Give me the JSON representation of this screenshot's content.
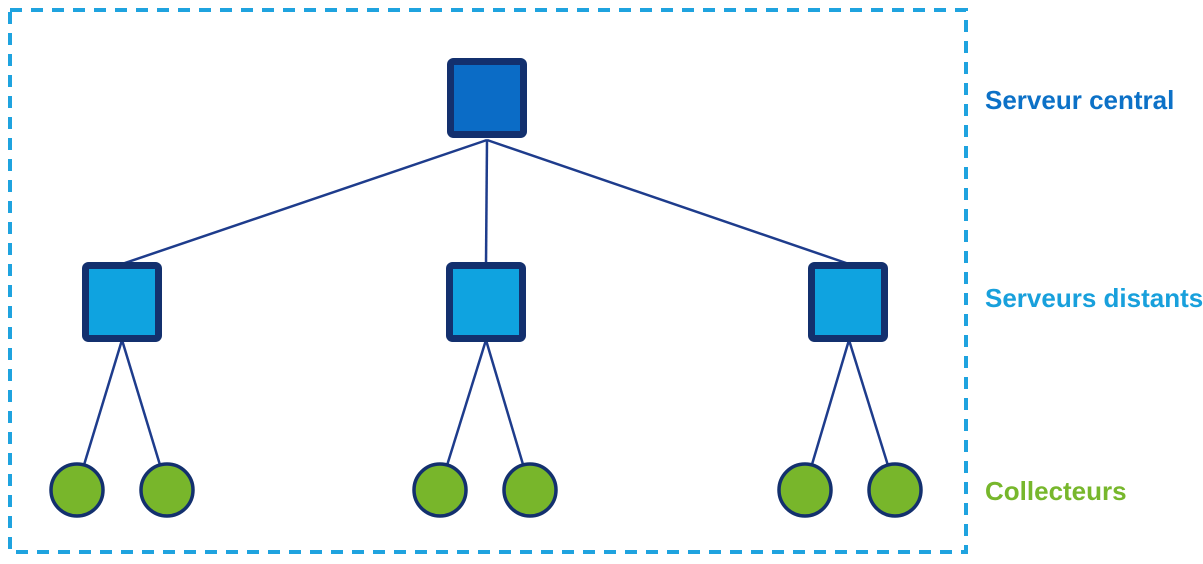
{
  "diagram": {
    "type": "network-topology-tree",
    "labels": {
      "central": "Serveur central",
      "distants": "Serveurs distants",
      "collecteurs": "Collecteurs"
    },
    "structure": {
      "central_server_count": 1,
      "remote_server_count": 3,
      "collectors_per_remote_server": 2,
      "collector_count": 6
    },
    "colors": {
      "frame_dashed_border": "#1fa3df",
      "central_server_fill": "#0b6cc6",
      "remote_server_fill": "#0fa3e0",
      "collector_fill": "#78b62b",
      "node_outline": "#13306e",
      "connector_line": "#1e3c8c",
      "central_label_text": "#0c71c7",
      "distant_label_text": "#18a0dc",
      "collector_label_text": "#77b72c"
    }
  }
}
